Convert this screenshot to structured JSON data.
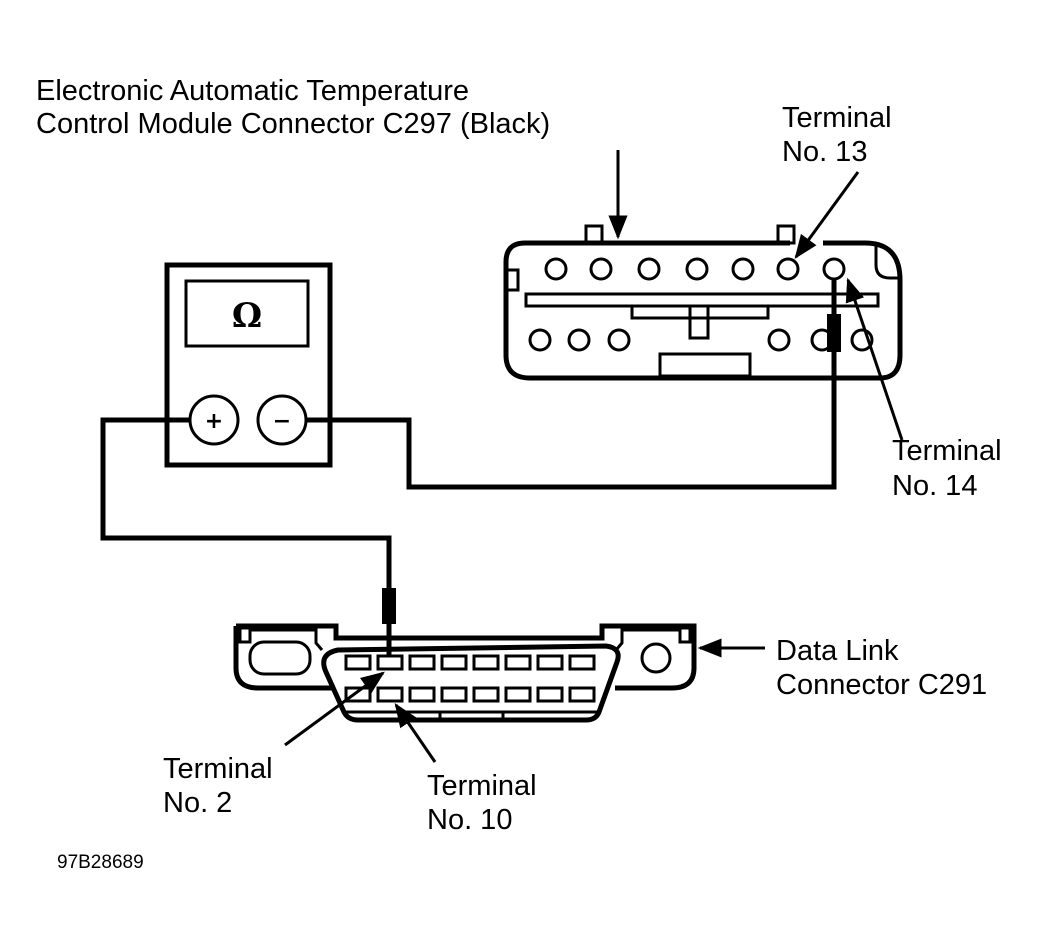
{
  "title_label": {
    "line1": "Electronic Automatic Temperature",
    "line2": "Control Module Connector C297 (Black)"
  },
  "callouts": {
    "terminal_13": {
      "line1": "Terminal",
      "line2": "No. 13"
    },
    "terminal_14": {
      "line1": "Terminal",
      "line2": "No. 14"
    },
    "terminal_2": {
      "line1": "Terminal",
      "line2": "No. 2"
    },
    "terminal_10": {
      "line1": "Terminal",
      "line2": "No. 10"
    },
    "data_link": {
      "line1": "Data Link",
      "line2": "Connector C291"
    }
  },
  "meter": {
    "display_symbol": "Ω",
    "positive_label": "+",
    "negative_label": "−"
  },
  "figure_code": "97B28689"
}
